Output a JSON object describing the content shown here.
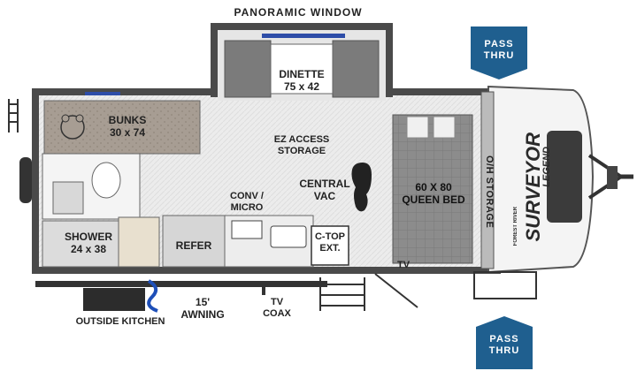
{
  "labels": {
    "panoramic_window": "PANORAMIC WINDOW",
    "dinette": "DINETTE\n75 x 42",
    "bunks": "BUNKS\n30 x 74",
    "ez_access": "EZ ACCESS\nSTORAGE",
    "central_vac": "CENTRAL\nVAC",
    "queen_bed": "60 X 80\nQUEEN BED",
    "oh_storage": "O/H STORAGE",
    "conv_micro": "CONV /\nMICRO",
    "shower": "SHOWER\n24 x 38",
    "refer": "REFER",
    "ctop": "C-TOP\nEXT.",
    "tv": "TV",
    "awning": "15' AWNING",
    "tv_coax": "TV\nCOAX",
    "outside_kitchen": "OUTSIDE KITCHEN"
  },
  "pass_thru_top": "PASS\nTHRU",
  "pass_thru_bottom": "PASS\nTHRU",
  "brand": {
    "name": "SURVEYOR",
    "sub": "LEGEND",
    "maker": "FOREST RIVER"
  },
  "colors": {
    "pass_thru": "#1f5f8f",
    "wall": "#4a4a4a",
    "floor": "#ececec",
    "bed": "#8a8a8a",
    "bunk": "#a39a91",
    "awning_hose": "#1e4fb8"
  }
}
